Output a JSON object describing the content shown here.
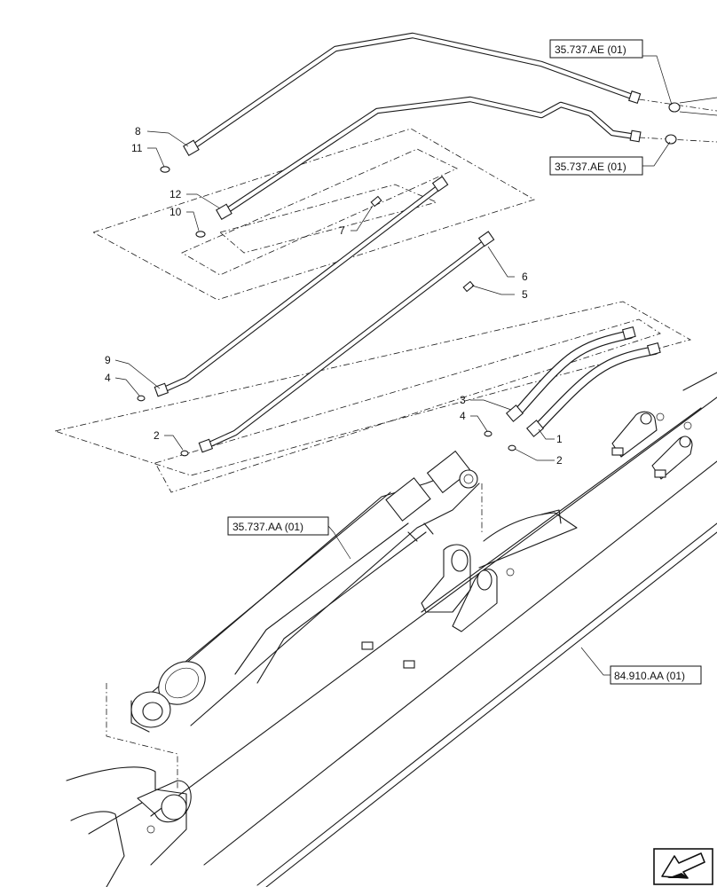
{
  "callouts": {
    "c1": "1",
    "c2a": "2",
    "c2b": "2",
    "c3": "3",
    "c4a": "4",
    "c4b": "4",
    "c5": "5",
    "c6": "6",
    "c7": "7",
    "c8": "8",
    "c9": "9",
    "c10": "10",
    "c11": "11",
    "c12": "12"
  },
  "references": {
    "ae_upper": "35.737.AE (01)",
    "ae_lower": "35.737.AE (01)",
    "aa": "35.737.AA (01)",
    "boom": "84.910.AA (01)"
  },
  "icons": {
    "nav": "arrow-navigation-icon"
  }
}
